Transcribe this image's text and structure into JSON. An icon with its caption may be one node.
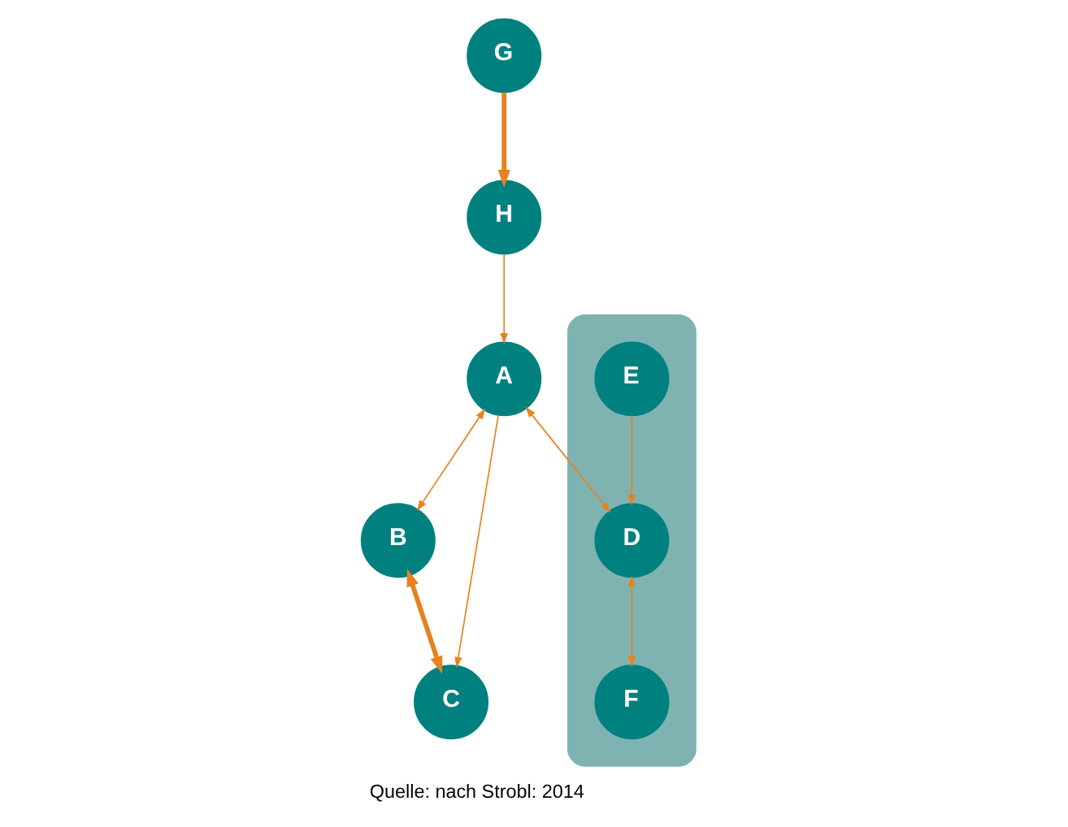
{
  "diagram": {
    "caption": "Quelle: nach Strobl: 2014",
    "nodes": [
      {
        "text": [
          "G"
        ]
      },
      {
        "text": [
          "H"
        ]
      },
      {
        "text": [
          "B"
        ]
      },
      {
        "text": [
          "A"
        ]
      },
      {
        "text": [],
        "shape": "ellipse"
      },
      {
        "text": [
          "D"
        ],
        "in": 4
      },
      {
        "text": [
          "E"
        ],
        "in": 4
      },
      {
        "text": [
          "C"
        ]
      },
      {
        "text": [
          "F"
        ],
        "in": 4
      }
    ],
    "edges": [
      {
        "from": 0,
        "to": 1,
        "arrow": "to",
        "style": "thick"
      },
      {
        "from": 1,
        "to": 3,
        "arrow": "to"
      },
      {
        "from": 3,
        "to": 2,
        "arrow": "both"
      },
      {
        "from": 2,
        "to": 7,
        "arrow": "both",
        "style": "thick"
      },
      {
        "from": 3,
        "to": 7,
        "arrow": "to"
      },
      {
        "from": 3,
        "to": 5,
        "arrow": "both"
      },
      {
        "from": 6,
        "to": 5,
        "arrow": "to"
      },
      {
        "from": 5,
        "to": 8,
        "arrow": "both"
      }
    ]
  }
}
